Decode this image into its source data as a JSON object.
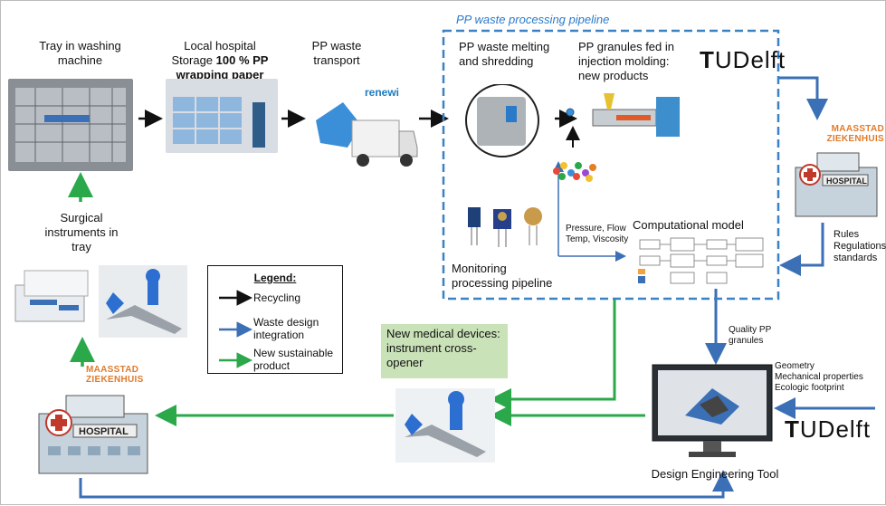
{
  "pipeline_title": "PP waste processing pipeline",
  "steps": {
    "tray": "Tray in washing machine",
    "storage_line1": "Local hospital",
    "storage_line2_prefix": "Storage ",
    "storage_line2_bold": "100 % PP",
    "storage_line3": "wrapping paper",
    "transport": "PP waste transport",
    "melting": "PP waste melting and shredding",
    "injection": "PP granules fed in injection molding: new products",
    "surgical": "Surgical instruments in tray",
    "monitoring": "Monitoring processing pipeline",
    "computational": "Computational model",
    "sensor_params": "Pressure, Flow Temp, Viscosity",
    "quality": "Quality PP granules",
    "design_tool": "Design Engineering Tool",
    "rules": [
      "Rules",
      "Regulations",
      "standards"
    ],
    "properties": [
      "Geometry",
      "Mechanical properties",
      "Ecologic footprint"
    ],
    "new_devices": "New medical devices: instrument cross-opener"
  },
  "brands": {
    "tudelft_t": "T",
    "tudelft_rest": "UDelft",
    "renewi": "renewi",
    "maasstad_1": "MAASSTAD",
    "maasstad_2": "ZIEKENHUIS",
    "hospital_sign": "HOSPITAL"
  },
  "legend": {
    "title": "Legend:",
    "items": [
      {
        "label": "Recycling",
        "color": "#111111"
      },
      {
        "label": "Waste design integration",
        "color": "#3b6fb6"
      },
      {
        "label": "New sustainable product",
        "color": "#2aa84a"
      }
    ]
  },
  "colors": {
    "black_arrow": "#111111",
    "blue_arrow": "#3b6fb6",
    "green_arrow": "#2aa84a",
    "dashed_border": "#3b82c4",
    "maasstad_orange": "#e07b2a",
    "green_box": "#c9e2b8"
  }
}
